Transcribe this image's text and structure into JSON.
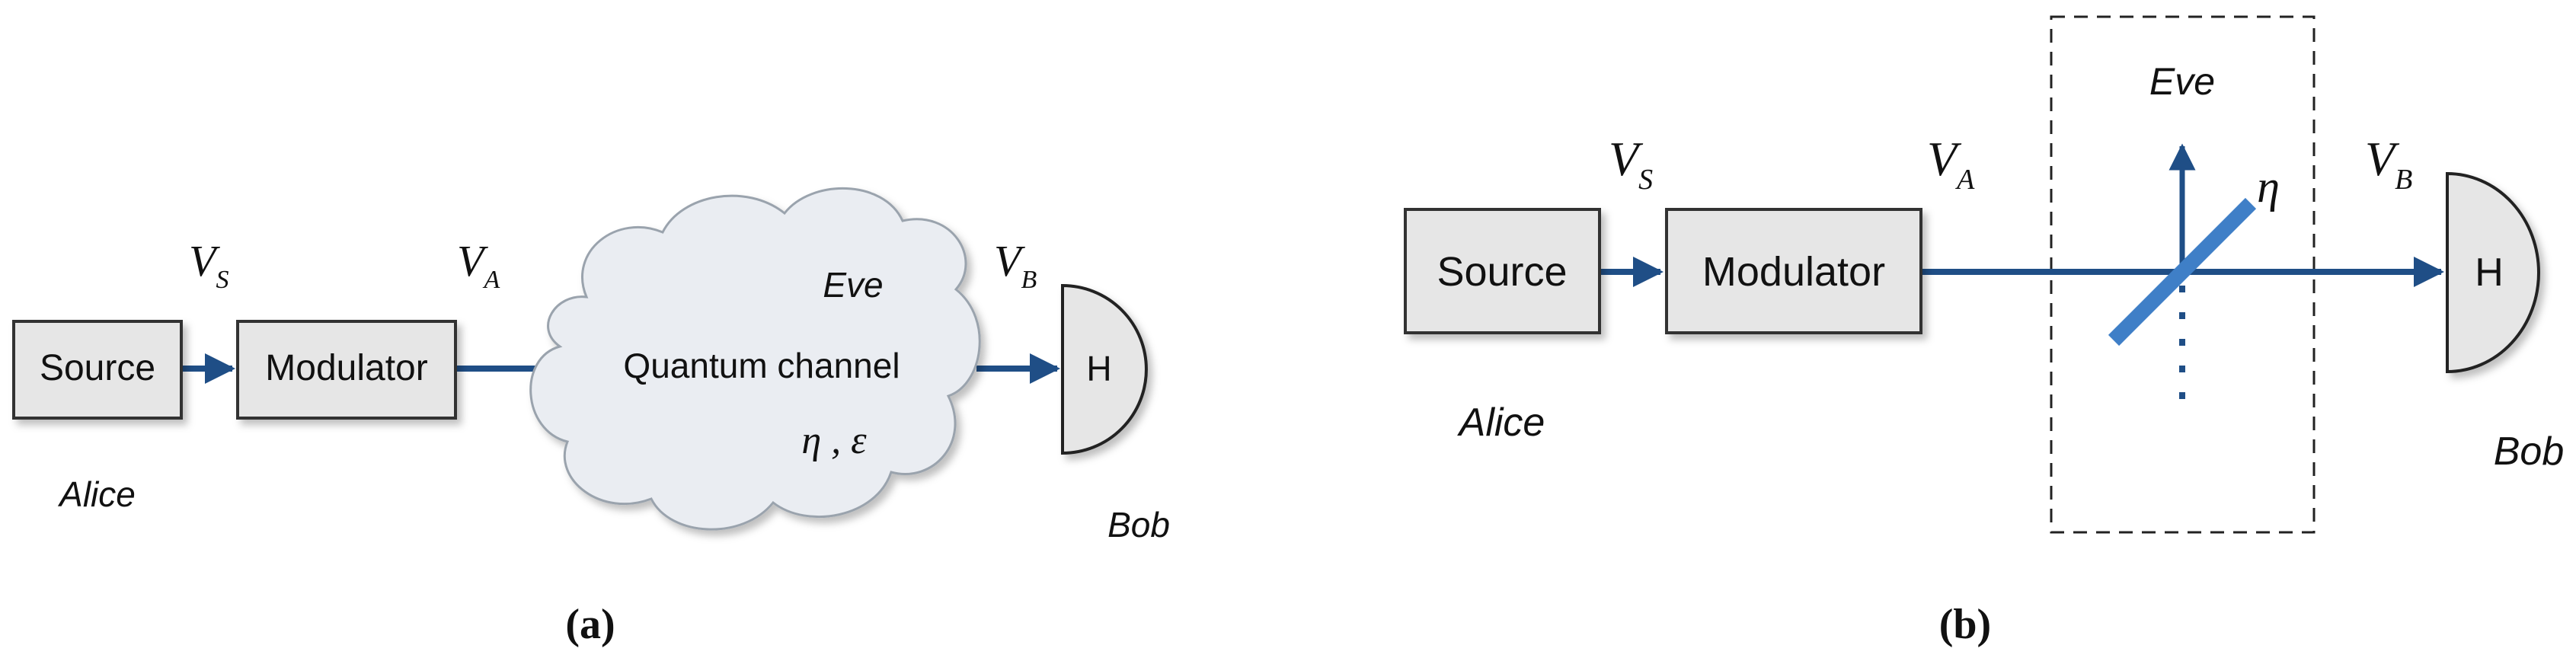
{
  "colors": {
    "line": "#1f4e86",
    "splitter": "#3f7fc7",
    "box_fill": "#e6e6e6",
    "box_stroke": "#333333",
    "cloud_fill": "#eaedf2",
    "cloud_stroke": "#9aa3ad"
  },
  "panel_a": {
    "caption": "(a)",
    "source_label": "Source",
    "modulator_label": "Modulator",
    "channel_label": "Quantum channel",
    "channel_params": "η , ε",
    "eve_label": "Eve",
    "detector_label": "H",
    "alice_label": "Alice",
    "bob_label": "Bob",
    "vs_main": "V",
    "vs_sub": "S",
    "va_main": "V",
    "va_sub": "A",
    "vb_main": "V",
    "vb_sub": "B"
  },
  "panel_b": {
    "caption": "(b)",
    "source_label": "Source",
    "modulator_label": "Modulator",
    "eve_label": "Eve",
    "eta_label": "η",
    "detector_label": "H",
    "alice_label": "Alice",
    "bob_label": "Bob",
    "vs_main": "V",
    "vs_sub": "S",
    "va_main": "V",
    "va_sub": "A",
    "vb_main": "V",
    "vb_sub": "B"
  }
}
